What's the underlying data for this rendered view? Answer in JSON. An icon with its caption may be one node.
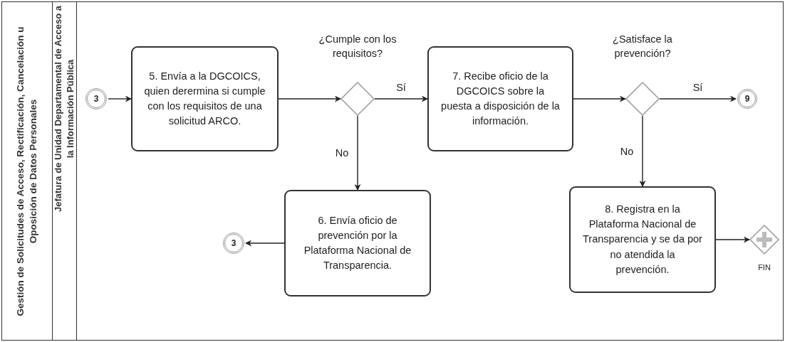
{
  "diagram": {
    "nodes": [
      {
        "text": [
          "Gestión de Solicitudes de Acceso, Rectificación, Cancelación u Oposición de Datos Personales"
        ]
      },
      {
        "text": [
          "Jefatura de Unidad Departamental de Acceso a la Información Pública"
        ],
        "in": 0
      },
      {
        "text": [
          "3"
        ],
        "in": 1
      },
      {
        "text": [
          "5. Envía a la DGCOICS, quien derermina si cumple con los requisitos de una solicitud ARCO."
        ],
        "in": 1
      },
      {
        "text": [
          "¿Cumple con los requisitos?"
        ],
        "in": 1
      },
      {
        "text": [
          "7. Recibe oficio de la DGCOICS sobre la puesta a disposición de la información."
        ],
        "in": 1
      },
      {
        "text": [
          "6. Envía oficio de prevención por la Plataforma Nacional de Transparencia."
        ],
        "in": 1
      },
      {
        "text": [
          "3"
        ],
        "in": 1
      },
      {
        "text": [
          "¿Satisface la prevención?"
        ],
        "in": 1
      },
      {
        "text": [
          "9"
        ],
        "in": 1
      },
      {
        "text": [
          "8. Registra en la Plataforma Nacional de Transparencia y se da por no atendida la prevención."
        ],
        "in": 1
      },
      {
        "text": [
          "FIN"
        ],
        "in": 1
      }
    ],
    "edges": [
      {
        "from": 2,
        "to": 3,
        "arrow": "to"
      },
      {
        "from": 3,
        "to": 4,
        "arrow": "to"
      },
      {
        "from": 4,
        "to": 5,
        "arrow": "to",
        "label": "Sí"
      },
      {
        "from": 4,
        "to": 6,
        "arrow": "to",
        "label": "No"
      },
      {
        "from": 6,
        "to": 7,
        "arrow": "to"
      },
      {
        "from": 5,
        "to": 8,
        "arrow": "to"
      },
      {
        "from": 8,
        "to": 9,
        "arrow": "to",
        "label": "Sí"
      },
      {
        "from": 8,
        "to": 10,
        "arrow": "to",
        "label": "No"
      },
      {
        "from": 10,
        "to": 11,
        "arrow": "to"
      }
    ]
  }
}
